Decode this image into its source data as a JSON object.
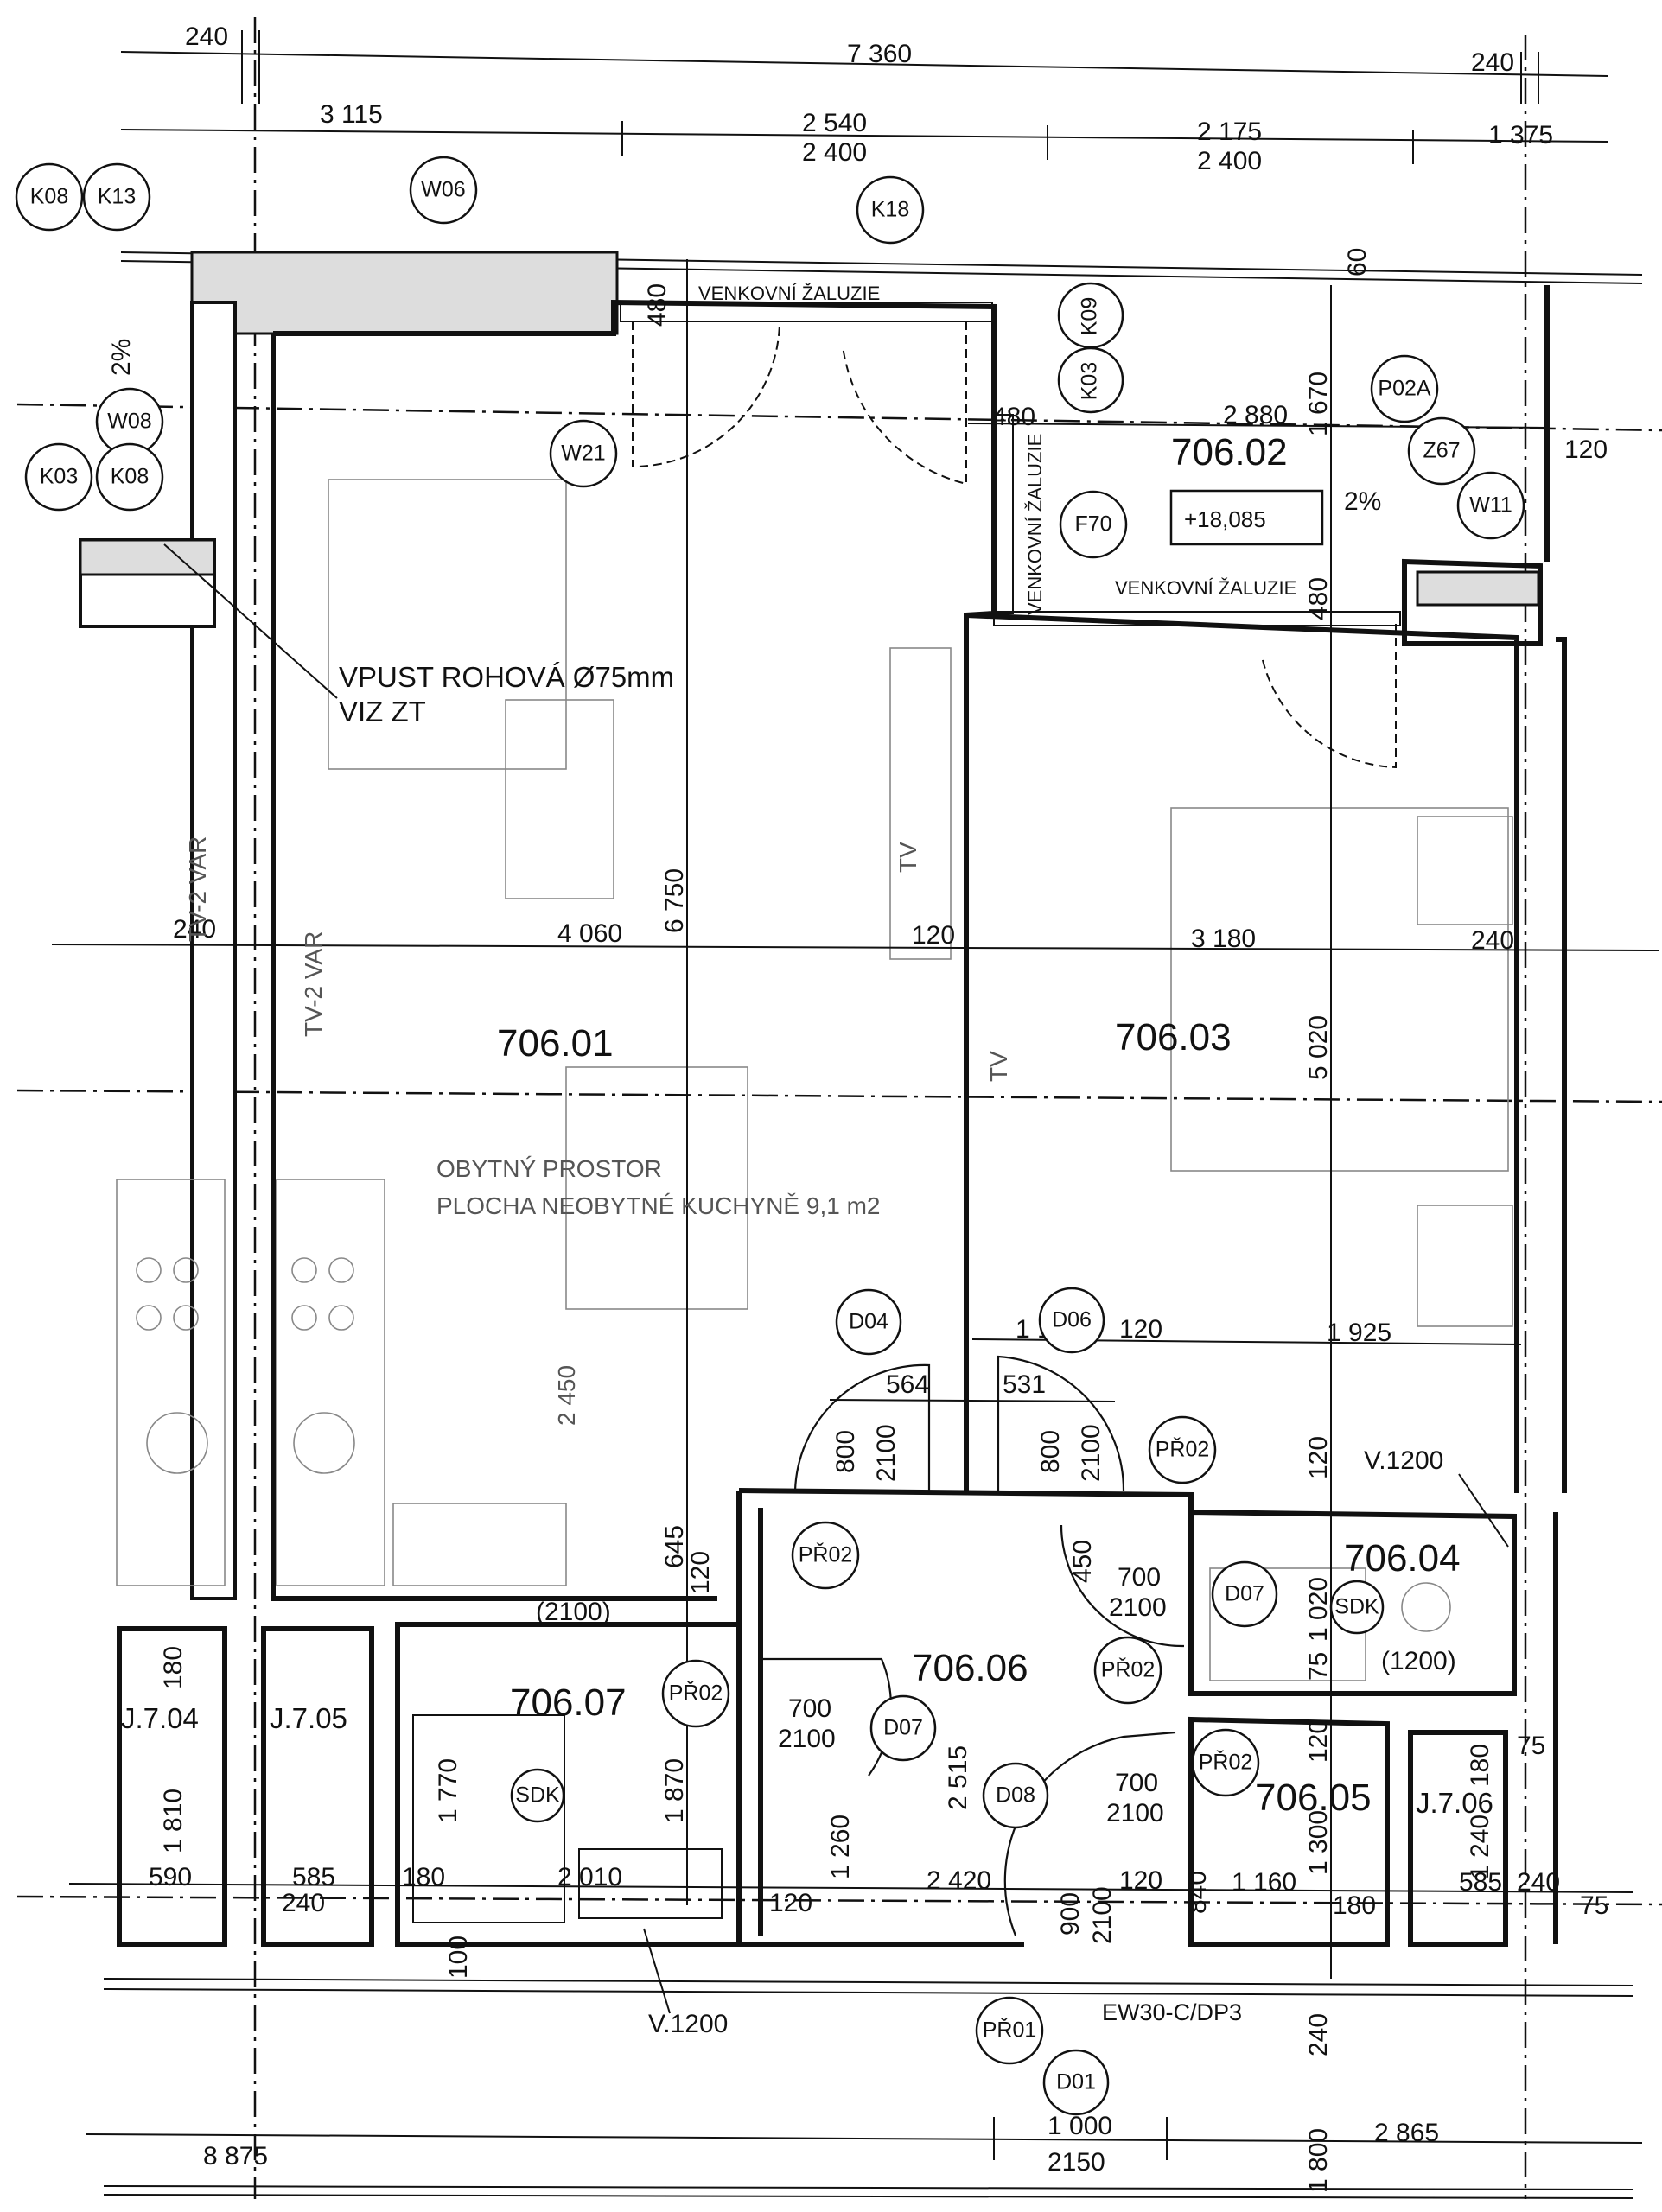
{
  "dimensions": {
    "top_240_left": "240",
    "top_7360": "7 360",
    "top_240_right": "240",
    "row2_3115": "3 115",
    "row2_2540": "2 540",
    "row2_2400a": "2 400",
    "row2_2175": "2 175",
    "row2_2400b": "2 400",
    "row2_1375": "1 375",
    "d480_left": "480",
    "d480_mid": "480",
    "d60": "60",
    "d2880": "2 880",
    "d1670": "1 670",
    "d120_right": "120",
    "d480_lower": "480",
    "d240_mid_left": "240",
    "d4060": "4 060",
    "d6750": "6 750",
    "d120_mid": "120",
    "d3180": "3 180",
    "d240_mid_right": "240",
    "d5020": "5 020",
    "d2450": "2 450",
    "d1130": "1 130",
    "d120_d06": "120",
    "d1925": "1 925",
    "d564": "564",
    "d531": "531",
    "d800a": "800",
    "d2100a": "2100",
    "d800b": "800",
    "d2100b": "2100",
    "d120_v": "120",
    "d645": "645",
    "d120_645": "120",
    "d450": "450",
    "d700a": "700",
    "d2100c": "2100",
    "d1020": "1 020",
    "d75a": "75",
    "d1200_par": "(1200)",
    "d2100_par": "(2100)",
    "d180": "180",
    "d1810": "1 810",
    "d1770": "1 770",
    "d1870": "1 870",
    "d700b": "700",
    "d2100d": "2100",
    "d2515": "2 515",
    "d1260": "1 260",
    "d700c": "700",
    "d2100e": "2100",
    "d120_b": "120",
    "d1300": "1 300",
    "d180_r": "180",
    "d1240": "1 240",
    "d75b": "75",
    "d590": "590",
    "d585a": "585",
    "d180b": "180",
    "d2010": "2 010",
    "d2420": "2 420",
    "d120_c": "120",
    "d840": "840",
    "d1160": "1 160",
    "d585b": "585",
    "d240_b": "240",
    "d75c": "75",
    "d240_c": "240",
    "d120_d": "120",
    "d180_c": "180",
    "d100": "100",
    "d900": "900",
    "d2100f": "2100",
    "d240_bot": "240",
    "d8875": "8 875",
    "d1000": "1 000",
    "d2150": "2150",
    "d1800": "1 800",
    "d2865": "2 865"
  },
  "rooms": {
    "r70601": "706.01",
    "r70602": "706.02",
    "r70603": "706.03",
    "r70604": "706.04",
    "r70605": "706.05",
    "r70606": "706.06",
    "r70607": "706.07",
    "j704": "J.7.04",
    "j705": "J.7.05",
    "j706": "J.7.06"
  },
  "notes": {
    "zaluzie_top": "VENKOVNÍ ŽALUZIE",
    "zaluzie_side": "VENKOVNÍ ŽALUZIE",
    "zaluzie_low": "VENKOVNÍ ŽALUZIE",
    "vpust_1": "VPUST ROHOVÁ Ø75mm",
    "vpust_2": "VIZ ZT",
    "obytny": "OBYTNÝ PROSTOR",
    "plocha": "PLOCHA NEOBYTNÉ KUCHYNĚ 9,1 m2",
    "level": "+18,085",
    "slope_left": "2%",
    "slope_right": "2%",
    "v1200_top": "V.1200",
    "v1200_bot": "V.1200",
    "ew30": "EW30-C/DP3",
    "tv_a": "TV",
    "tv_b": "TV",
    "tv2var_a": "TV-2 VAR",
    "tv2var_b": "TV-2 VAR"
  },
  "tags": {
    "K08a": "K08",
    "K13": "K13",
    "W06": "W06",
    "K18": "K18",
    "W08": "W08",
    "K03a": "K03",
    "K08b": "K08",
    "W21": "W21",
    "K09": "K09",
    "K03b": "K03",
    "P02A": "P02A",
    "Z67": "Z67",
    "F70": "F70",
    "W11": "W11",
    "D04": "D04",
    "D06": "D06",
    "PR02a": "PŘ02",
    "PR02b": "PŘ02",
    "PR02c": "PŘ02",
    "PR02d": "PŘ02",
    "PR02e": "PŘ02",
    "D07a": "D07",
    "D07b": "D07",
    "D08": "D08",
    "PR01": "PŘ01",
    "D01": "D01",
    "SDKa": "SDK",
    "SDKb": "SDK"
  }
}
